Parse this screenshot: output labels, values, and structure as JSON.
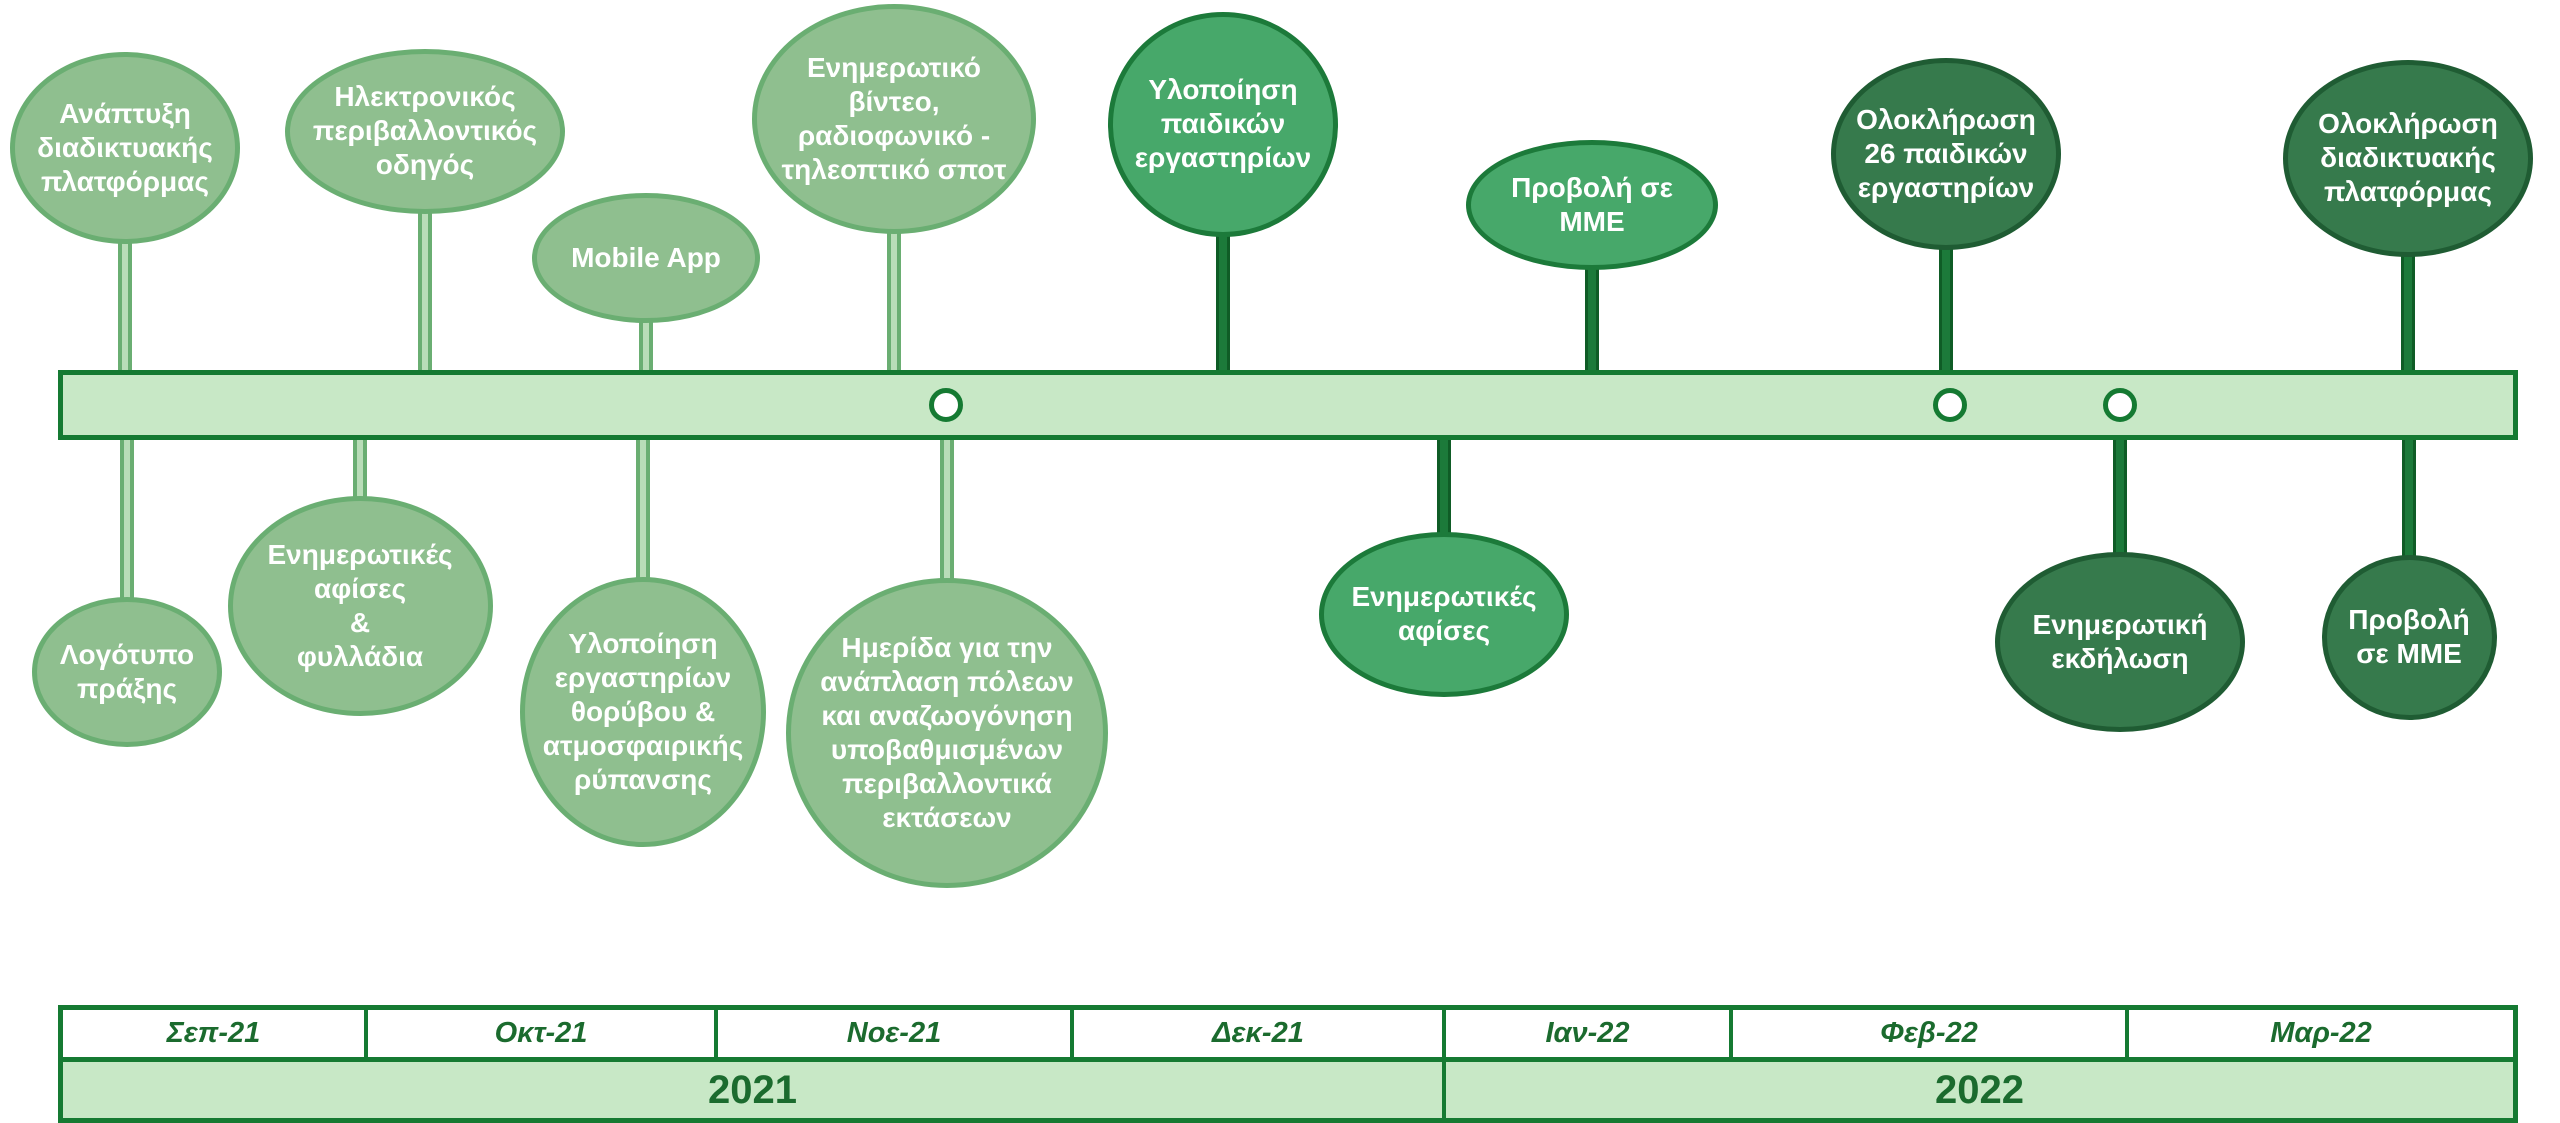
{
  "diagram": {
    "colors": {
      "bar_fill": "#c8e8c6",
      "border_dark": "#157a32",
      "phase1_fill": "#8fbf8f",
      "phase1_border": "#6aae72",
      "phase2_fill": "#47a86a",
      "phase2_border": "#1c7a3a",
      "phase3_fill": "#367a4c",
      "phase3_border": "#1f5c33"
    },
    "events": [
      {
        "label": "Ανάπτυξη\nδιαδικτυακής\nπλατφόρμας",
        "phase": "phase1",
        "side": "above"
      },
      {
        "label": "Ηλεκτρονικός\nπεριβαλλοντικός\nοδηγός",
        "phase": "phase1",
        "side": "above"
      },
      {
        "label": "Mobile App",
        "phase": "phase1",
        "side": "above"
      },
      {
        "label": "Ενημερωτικό\nβίντεο,\nραδιοφωνικό  -\nτηλεοπτικό σποτ",
        "phase": "phase1",
        "side": "above"
      },
      {
        "label": "Υλοποίηση\nπαιδικών\nεργαστηρίων",
        "phase": "phase2",
        "side": "above"
      },
      {
        "label": "Προβολή σε ΜΜΕ",
        "phase": "phase2",
        "side": "above"
      },
      {
        "label": "Ολοκλήρωση\n26 παιδικών\nεργαστηρίων",
        "phase": "phase3",
        "side": "above"
      },
      {
        "label": "Ολοκλήρωση\nδιαδικτυακής\nπλατφόρμας",
        "phase": "phase3",
        "side": "above"
      },
      {
        "label": "Λογότυπο\nπράξης",
        "phase": "phase1",
        "side": "below"
      },
      {
        "label": "Ενημερωτικές\nαφίσες\n&\nφυλλάδια",
        "phase": "phase1",
        "side": "below"
      },
      {
        "label": "Υλοποίηση\nεργαστηρίων\nθορύβου &\nατμοσφαιρικής\nρύπανσης",
        "phase": "phase1",
        "side": "below"
      },
      {
        "label": "Ημερίδα για την\nανάπλαση πόλεων\nκαι αναζωογόνηση\nυποβαθμισμένων\nπεριβαλλοντικά\nεκτάσεων",
        "phase": "phase1",
        "side": "below"
      },
      {
        "label": "Ενημερωτικές\nαφίσες",
        "phase": "phase2",
        "side": "below"
      },
      {
        "label": "Ενημερωτική\nεκδήλωση",
        "phase": "phase3",
        "side": "below"
      },
      {
        "label": "Προβολή\nσε ΜΜΕ",
        "phase": "phase3",
        "side": "below"
      }
    ],
    "months": [
      "Σεπ-21",
      "Οκτ-21",
      "Νοε-21",
      "Δεκ-21",
      "Ιαν-22",
      "Φεβ-22",
      "Μαρ-22"
    ],
    "years": [
      "2021",
      "2022"
    ]
  }
}
